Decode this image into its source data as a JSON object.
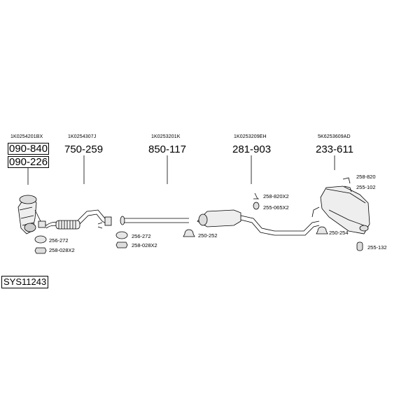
{
  "oe_numbers": {
    "n1": "1K0254201BX",
    "n2": "1K0254307J",
    "n3": "1K0253201K",
    "n4": "1K0253209EH",
    "n5": "5K6253609AD"
  },
  "part_numbers": {
    "p1a": "090-840",
    "p1b": "090-226",
    "p2": "750-259",
    "p3": "850-117",
    "p4": "281-903",
    "p5": "233-611"
  },
  "small_parts": {
    "s1": "256-272",
    "s2": "258-028X2",
    "s3": "256-272",
    "s4": "258-028X2",
    "s5": "250-252",
    "s6": "258-820X2",
    "s7": "255-065X2",
    "s8": "258-820",
    "s9": "255-102",
    "s10": "250-254",
    "s11": "255-132"
  },
  "system_id": "SYS11243"
}
